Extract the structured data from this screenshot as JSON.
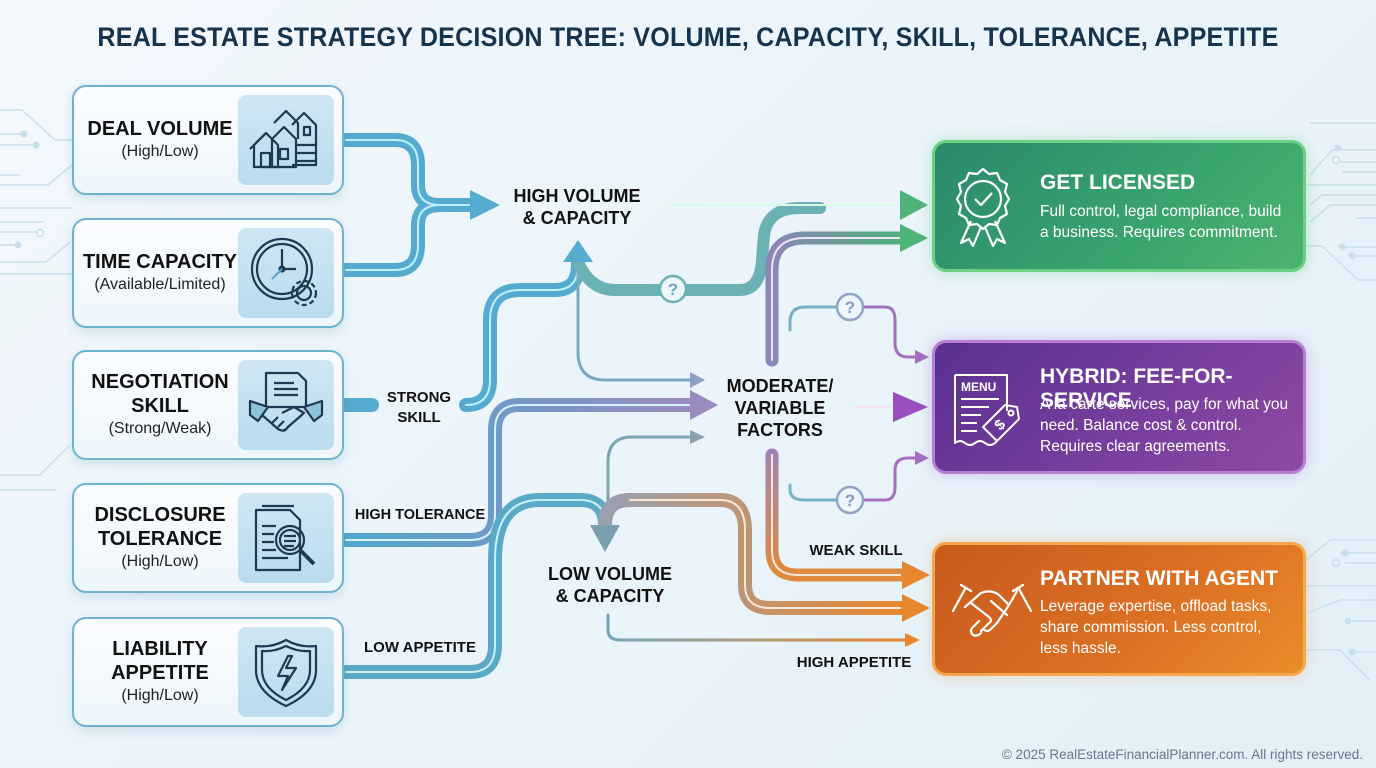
{
  "title": "REAL ESTATE STRATEGY DECISION TREE: VOLUME, CAPACITY, SKILL, TOLERANCE, APPETITE",
  "inputs": [
    {
      "name": "DEAL VOLUME",
      "sub": "(High/Low)",
      "icon": "houses-icon"
    },
    {
      "name": "TIME CAPACITY",
      "sub": "(Available/Limited)",
      "icon": "clock-gear-icon"
    },
    {
      "name": "NEGOTIATION SKILL",
      "name_lines": [
        "NEGOTIATION",
        "SKILL"
      ],
      "sub": "(Strong/Weak)",
      "icon": "handshake-document-icon"
    },
    {
      "name": "DISCLOSURE TOLERANCE",
      "name_lines": [
        "DISCLOSURE",
        "TOLERANCE"
      ],
      "sub": "(High/Low)",
      "icon": "document-magnifier-icon"
    },
    {
      "name": "LIABILITY APPETITE",
      "name_lines": [
        "LIABILITY",
        "APPETITE"
      ],
      "sub": "(High/Low)",
      "icon": "shield-lightning-icon"
    }
  ],
  "nodes": {
    "high": [
      "HIGH VOLUME",
      "& CAPACITY"
    ],
    "moderate": [
      "MODERATE/",
      "VARIABLE",
      "FACTORS"
    ],
    "low": [
      "LOW VOLUME",
      "& CAPACITY"
    ]
  },
  "branch_labels": {
    "strong_skill": [
      "STRONG",
      "SKILL"
    ],
    "high_tolerance": "HIGH TOLERANCE",
    "low_appetite": "LOW APPETITE",
    "weak_skill": "WEAK SKILL",
    "high_appetite": "HIGH APPETITE"
  },
  "question_mark": "?",
  "outcomes": [
    {
      "title": "GET LICENSED",
      "desc": "Full control, legal compliance, build a business. Requires commitment.",
      "icon": "award-ribbon-icon",
      "color": "#3aa46e"
    },
    {
      "title": "HYBRID: FEE-FOR-SERVICE",
      "desc": "A la carte services, pay for what you need. Balance cost & control. Requires clear agreements.",
      "icon": "menu-price-tag-icon",
      "icon_text": "MENU",
      "color": "#7a3f9f"
    },
    {
      "title": "PARTNER WITH AGENT",
      "desc": "Leverage expertise, offload tasks, share commission. Less control, less hassle.",
      "icon": "handshake-icon",
      "color": "#dc7124"
    }
  ],
  "colors": {
    "flow_blue": "#4fa7cc",
    "flow_green": "#4fb37a",
    "flow_purple": "#9a62b8",
    "flow_orange": "#e1873a",
    "title": "#17344f"
  },
  "footer": "© 2025 RealEstateFinancialPlanner.com. All rights reserved."
}
